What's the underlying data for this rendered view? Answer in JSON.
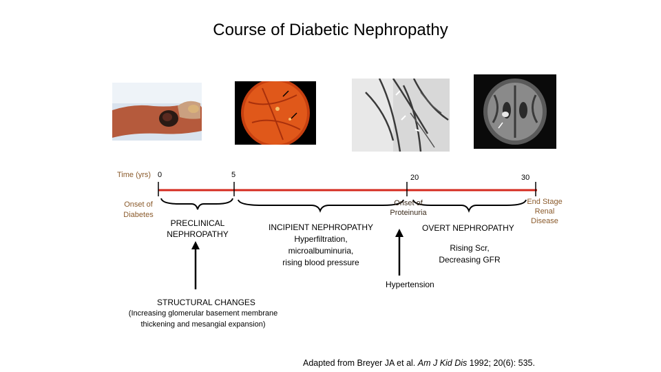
{
  "title": "Course of Diabetic Nephropathy",
  "timeline": {
    "axis_label": "Time (yrs)",
    "ticks": [
      "0",
      "5",
      "20",
      "30"
    ],
    "line_color": "#d42a1e",
    "milestones": {
      "onset_diabetes": [
        "Onset of",
        "Diabetes"
      ],
      "onset_proteinuria": [
        "Onset of",
        "Proteinuria"
      ],
      "esrd": [
        "End Stage",
        "Renal",
        "Disease"
      ]
    }
  },
  "stages": {
    "preclinical": [
      "PRECLINICAL",
      "NEPHROPATHY"
    ],
    "incipient": [
      "INCIPIENT NEPHROPATHY",
      "Hyperfiltration,",
      "microalbuminuria,",
      "rising blood pressure"
    ],
    "overt_title": "OVERT NEPHROPATHY",
    "overt_detail": [
      "Rising Scr,",
      "Decreasing GFR"
    ]
  },
  "hypertension": "Hypertension",
  "structural": {
    "title": "STRUCTURAL CHANGES",
    "detail": [
      "(Increasing glomerular basement membrane",
      "thickening and mesangial expansion)"
    ]
  },
  "citation": {
    "prefix": "Adapted from Breyer JA et al. ",
    "journal": "Am J Kid Dis",
    "suffix": " 1992; 20(6): 535."
  },
  "images": [
    "diabetic-foot-ulcer-photo",
    "retina-fundus-photo",
    "angiogram-photo",
    "brain-scan-photo"
  ],
  "colors": {
    "accent_red": "#d42a1e",
    "label_brown": "#8a5a2b",
    "retina_orange": "#e0581a"
  }
}
